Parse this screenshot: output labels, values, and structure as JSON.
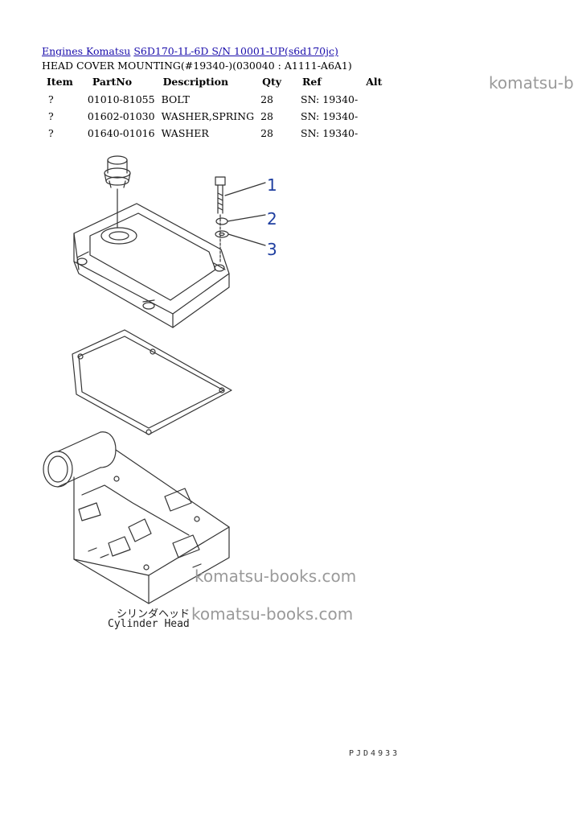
{
  "breadcrumb": {
    "link1": "Engines Komatsu",
    "link2": "S6D170-1L-6D S/N 10001-UP(s6d170jc)"
  },
  "subtitle": "HEAD COVER MOUNTING(#19340-)(030040 : A1111-A6A1)",
  "table": {
    "headers": [
      "Item",
      "PartNo",
      "Description",
      "Qty",
      "Ref",
      "Alt"
    ],
    "rows": [
      {
        "item": "?",
        "partno": "01010-81055",
        "description": "BOLT",
        "qty": "28",
        "ref": "SN: 19340-",
        "alt": ""
      },
      {
        "item": "?",
        "partno": "01602-01030",
        "description": "WASHER,SPRING",
        "qty": "28",
        "ref": "SN: 19340-",
        "alt": ""
      },
      {
        "item": "?",
        "partno": "01640-01016",
        "description": "WASHER",
        "qty": "28",
        "ref": "SN: 19340-",
        "alt": ""
      }
    ]
  },
  "watermarks": {
    "top": "komatsu-b",
    "mid1": "komatsu-books.com",
    "mid2": "komatsu-books.com"
  },
  "diagram": {
    "callouts": [
      "1",
      "2",
      "3"
    ],
    "caption_jp": "シリンダヘッド",
    "caption_en": "Cylinder Head",
    "code": "PJD4933",
    "line_color": "#333333",
    "callout_color": "#1f3fa0"
  }
}
